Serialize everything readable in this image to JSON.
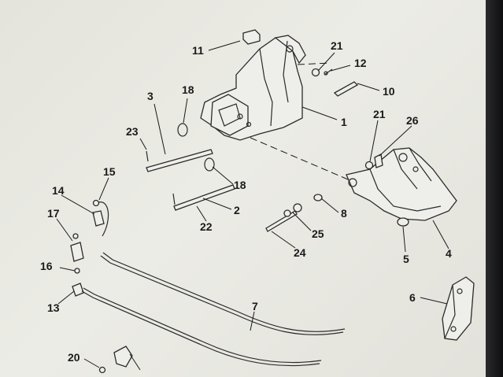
{
  "diagram": {
    "callouts": [
      "11",
      "21",
      "12",
      "10",
      "18",
      "3",
      "1",
      "23",
      "21",
      "26",
      "15",
      "18",
      "14",
      "2",
      "8",
      "17",
      "22",
      "25",
      "5",
      "4",
      "24",
      "16",
      "13",
      "6",
      "7",
      "20"
    ]
  }
}
